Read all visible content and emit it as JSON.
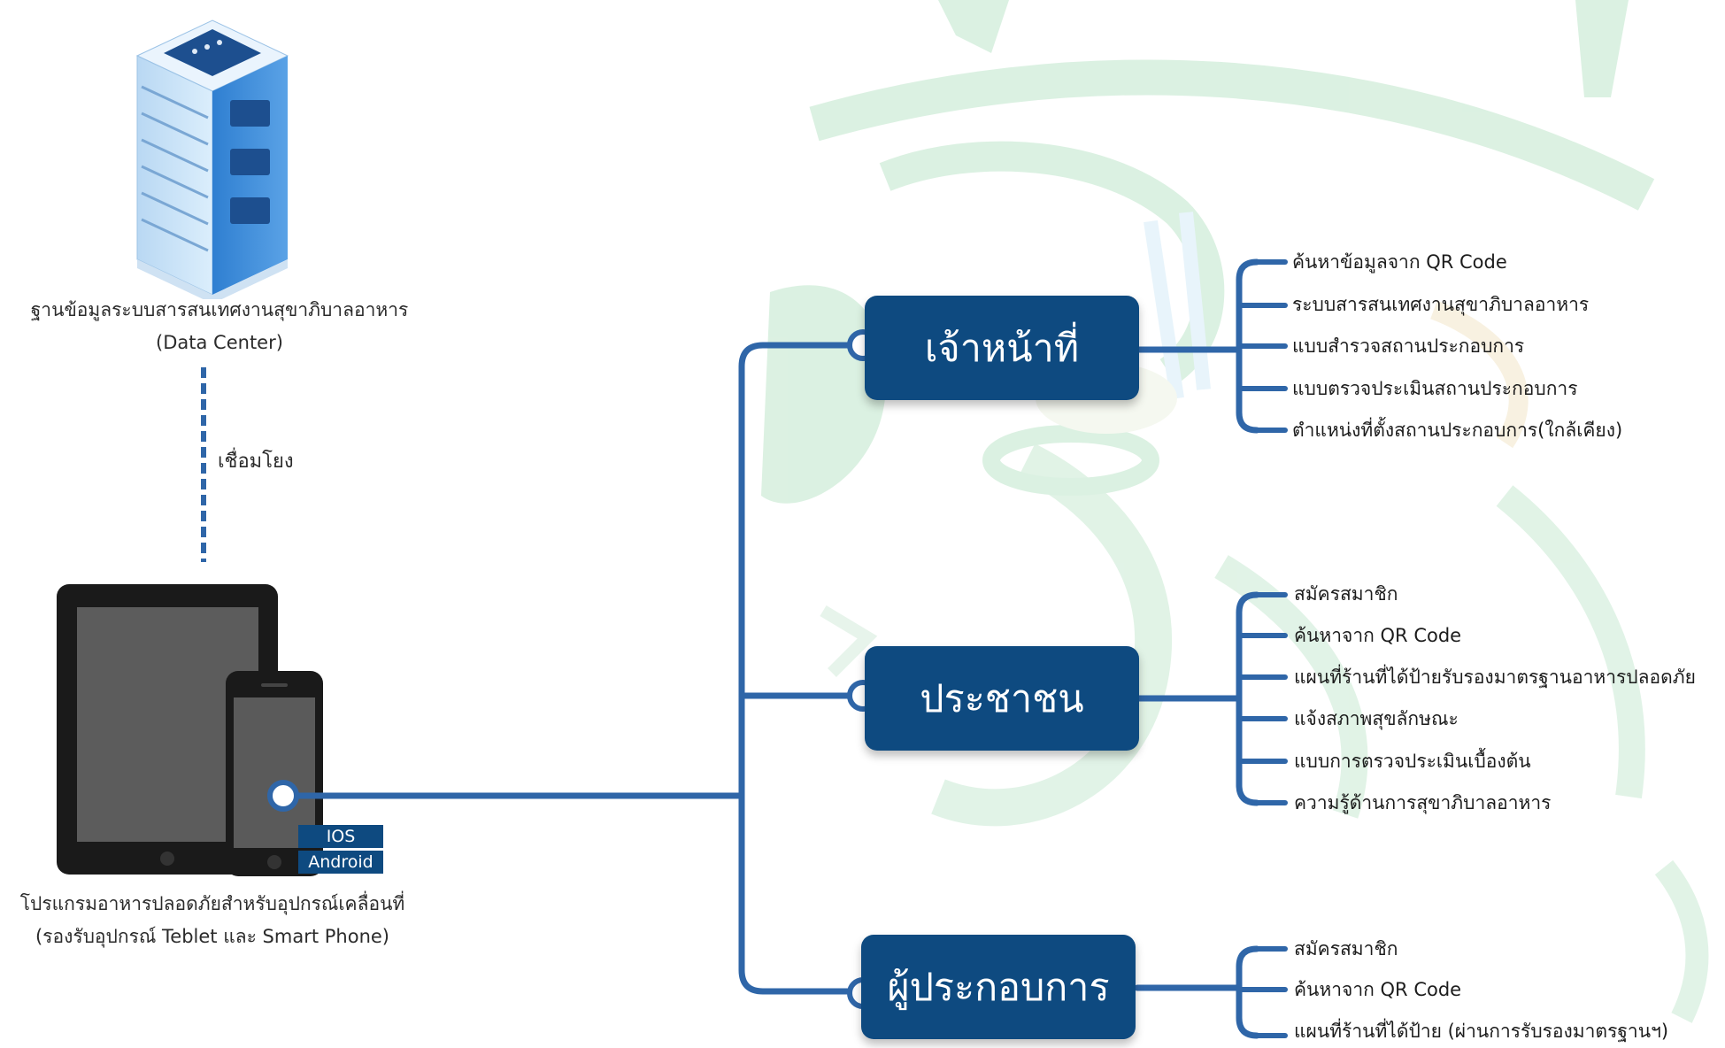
{
  "data_center": {
    "label_line1": "ฐานข้อมูลระบบสารสนเทศงานสุขาภิบาลอาหาร",
    "label_line2": "(Data Center)"
  },
  "connection_label": "เชื่อมโยง",
  "device": {
    "label_line1": "โปรแกรมอาหารปลอดภัยสำหรับอุปกรณ์เคลื่อนที่",
    "label_line2": "(รองรับอุปกรณ์ Teblet และ Smart Phone)",
    "platform_ios": "IOS",
    "platform_android": "Android"
  },
  "roles": [
    {
      "label": "เจ้าหน้าที่",
      "items": [
        "ค้นหาข้อมูลจาก QR Code",
        "ระบบสารสนเทศงานสุขาภิบาลอาหาร",
        "แบบสำรวจสถานประกอบการ",
        "แบบตรวจประเมินสถานประกอบการ",
        "ตำแหน่งที่ตั้งสถานประกอบการ(ใกล้เคียง)"
      ]
    },
    {
      "label": "ประชาชน",
      "items": [
        "สมัครสมาชิก",
        "ค้นหาจาก QR Code",
        "แผนที่ร้านที่ได้ป้ายรับรองมาตรฐานอาหารปลอดภัย",
        "แจ้งสภาพสุขลักษณะ",
        "แบบการตรวจประเมินเบื้องต้น",
        "ความรู้ด้านการสุขาภิบาลอาหาร"
      ]
    },
    {
      "label": "ผู้ประกอบการ",
      "items": [
        "สมัครสมาชิก",
        "ค้นหาจาก QR Code",
        "แผนที่ร้านที่ได้ป้าย (ผ่านการรับรองมาตรฐานฯ)"
      ]
    }
  ],
  "colors": {
    "primary": "#0e4a80",
    "connector": "#2f66a8",
    "watermark": "#c9ead3"
  }
}
